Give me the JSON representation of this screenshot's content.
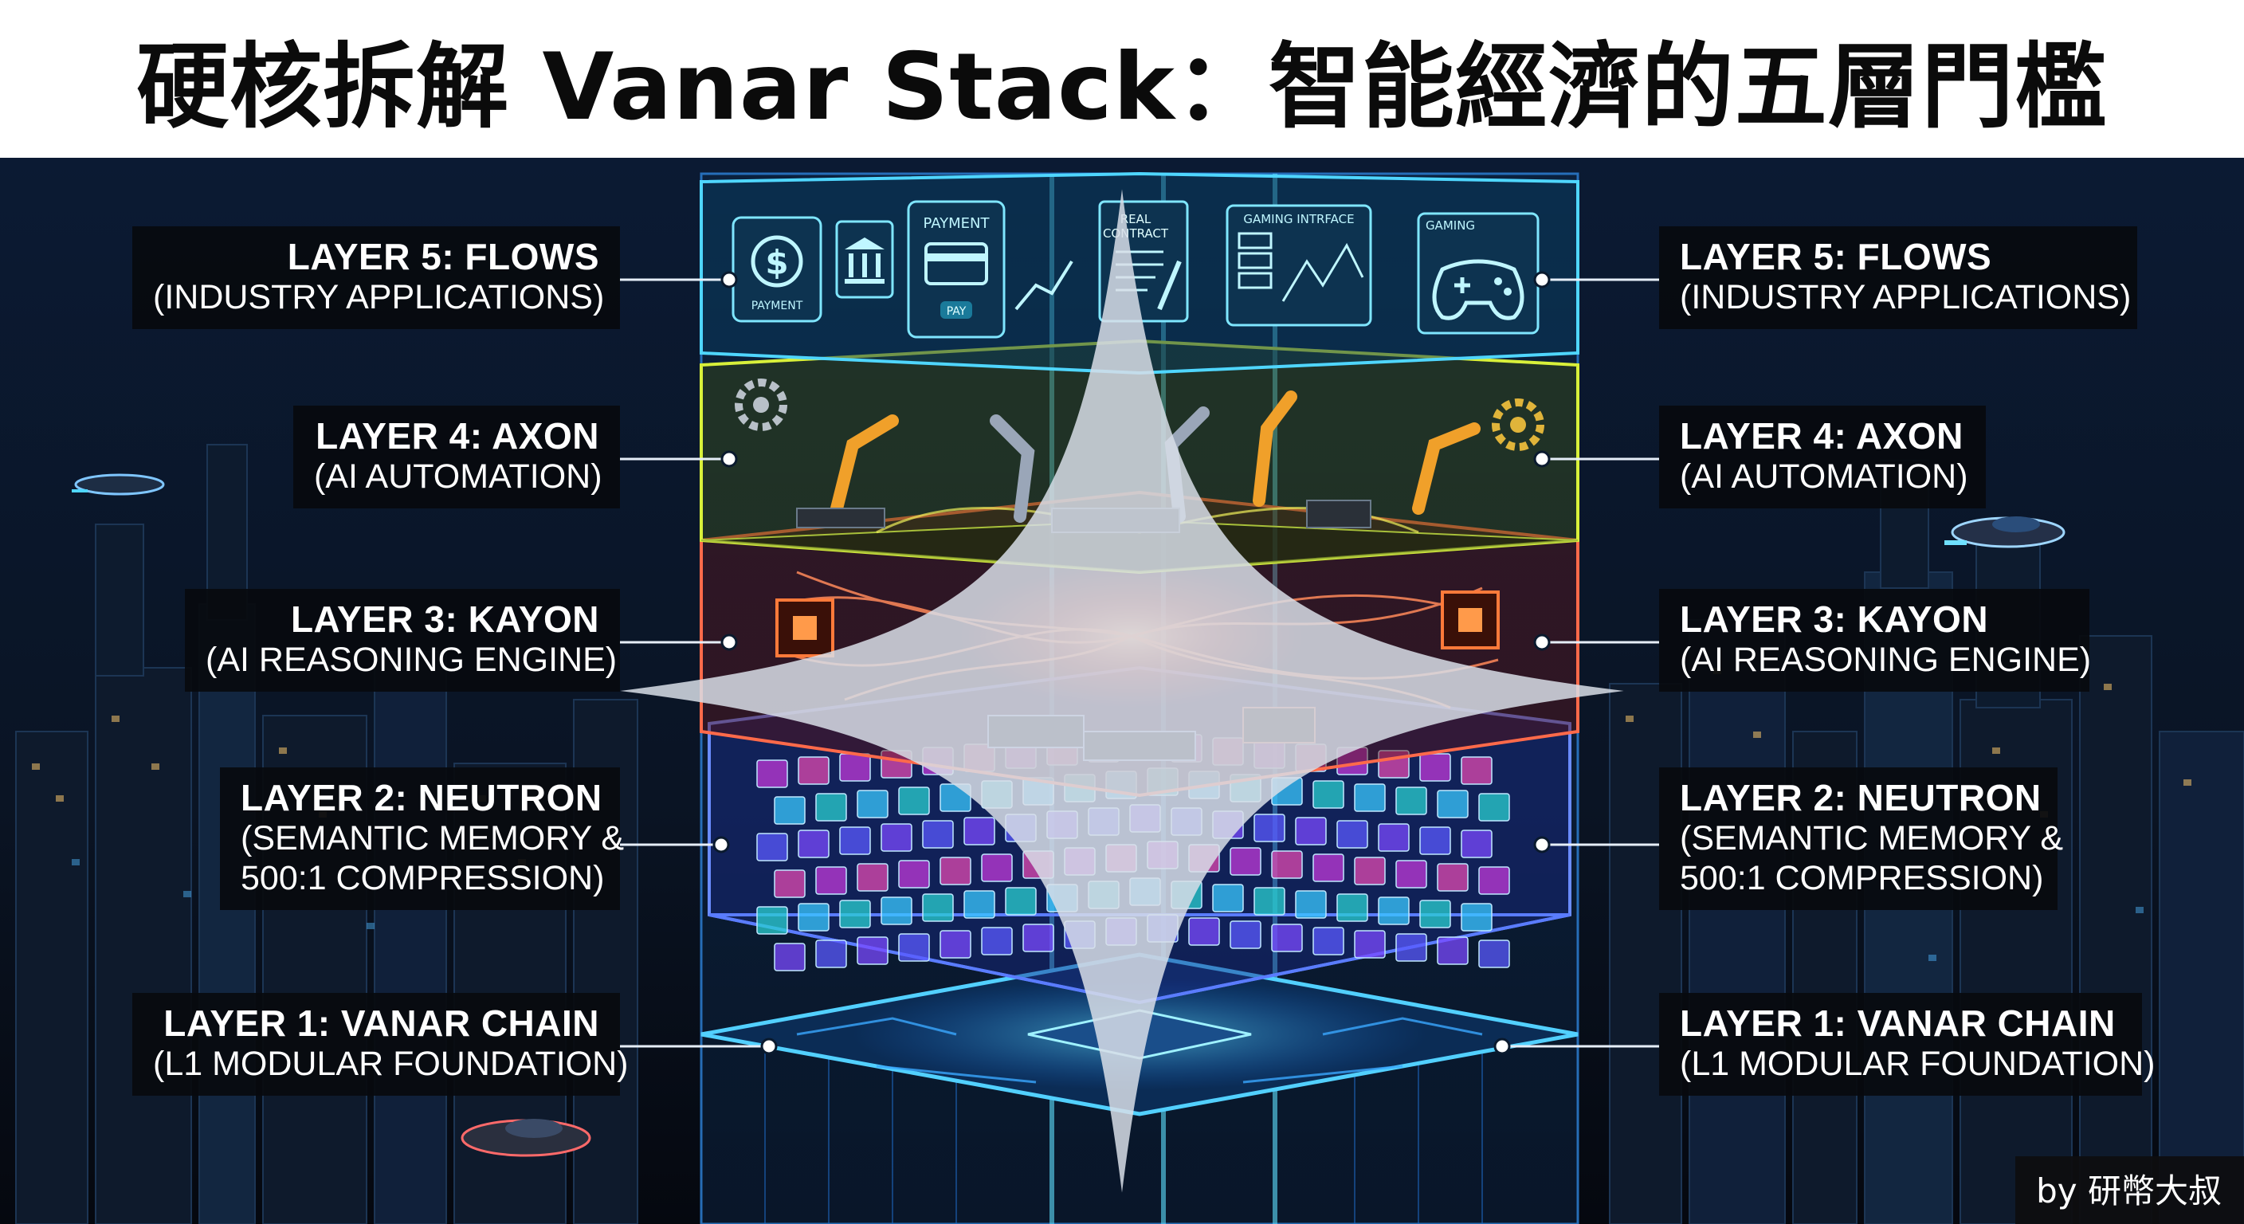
{
  "title": "硬核拆解 Vanar Stack：智能經濟的五層門檻",
  "credit": "by 研幣大叔",
  "layers": [
    {
      "title": "LAYER 5: FLOWS",
      "subtitle": [
        "(INDUSTRY APPLICATIONS)"
      ],
      "color": "#4fd6ff"
    },
    {
      "title": "LAYER 4: AXON",
      "subtitle": [
        "(AI AUTOMATION)"
      ],
      "color": "#d8f03a"
    },
    {
      "title": "LAYER 3: KAYON",
      "subtitle": [
        "(AI REASONING ENGINE)"
      ],
      "color": "#ff5a3c"
    },
    {
      "title": "LAYER 2: NEUTRON",
      "subtitle": [
        "(SEMANTIC MEMORY &",
        "500:1 COMPRESSION)"
      ],
      "color": "#5a7cff"
    },
    {
      "title": "LAYER 1: VANAR CHAIN",
      "subtitle": [
        "(L1 MODULAR FOUNDATION)"
      ],
      "color": "#3ac8ff"
    }
  ],
  "layer5_panels": {
    "payment_icon_label": "PAYMENT",
    "payment_card_label": "PAYMENT",
    "pay_button": "PAY",
    "contract_label": "REAL\nCONTRACT",
    "gaming_interface_label": "GAMING INTRFACE",
    "gaming_label": "GAMING"
  },
  "icons": [
    "dollar-icon",
    "bank-icon",
    "credit-card-icon",
    "contract-icon",
    "chart-icon",
    "gamepad-icon",
    "gear-icon",
    "robot-arm-icon",
    "chip-icon",
    "data-cube-icon",
    "flying-car-icon",
    "sparkle-icon"
  ]
}
